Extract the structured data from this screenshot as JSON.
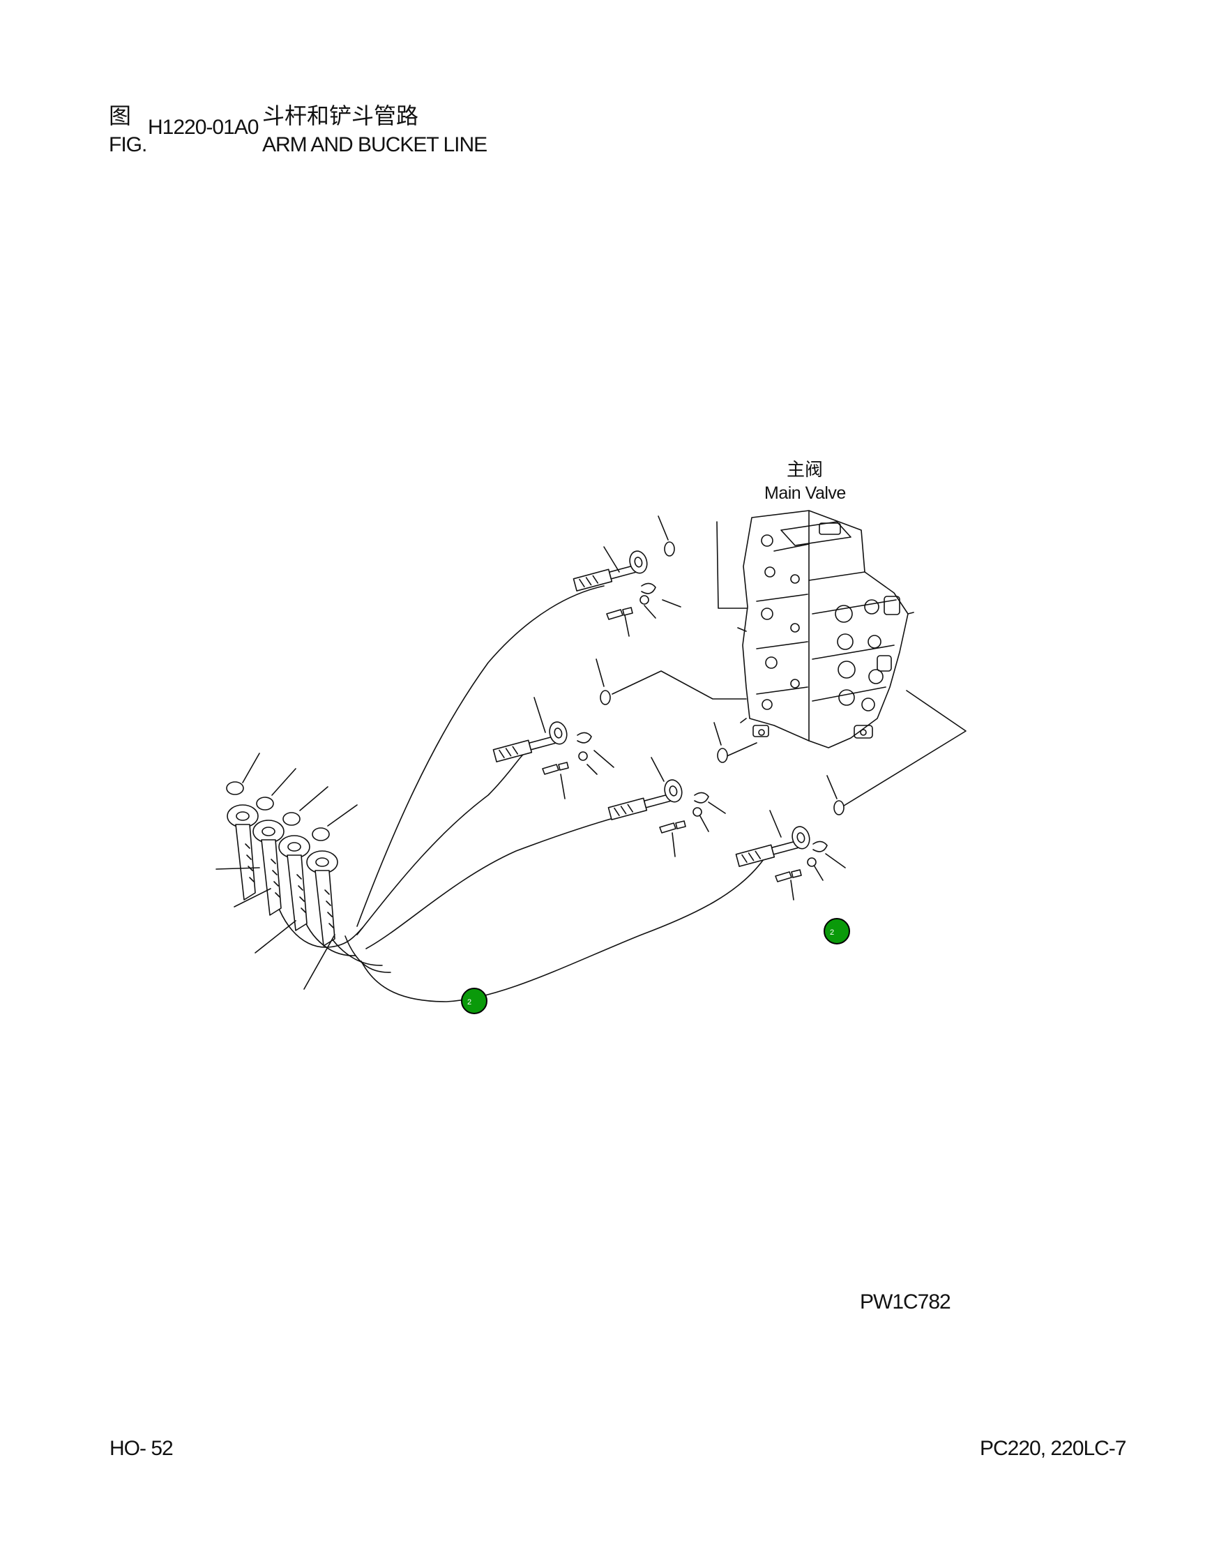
{
  "header": {
    "fig_cn_prefix": "图",
    "fig_en_prefix": "FIG.",
    "fig_number": "H1220-01A0",
    "title_cn": "斗杆和铲斗管路",
    "title_en": "ARM AND BUCKET LINE"
  },
  "diagram": {
    "main_valve_label_cn": "主阀",
    "main_valve_label_en": "Main Valve",
    "callout_badges": [
      {
        "number": "2",
        "color": "#0a9a0a"
      },
      {
        "number": "2",
        "color": "#0a9a0a"
      }
    ]
  },
  "footer": {
    "drawing_code": "PW1C782",
    "page_number": "HO- 52",
    "model": "PC220, 220LC-7"
  }
}
